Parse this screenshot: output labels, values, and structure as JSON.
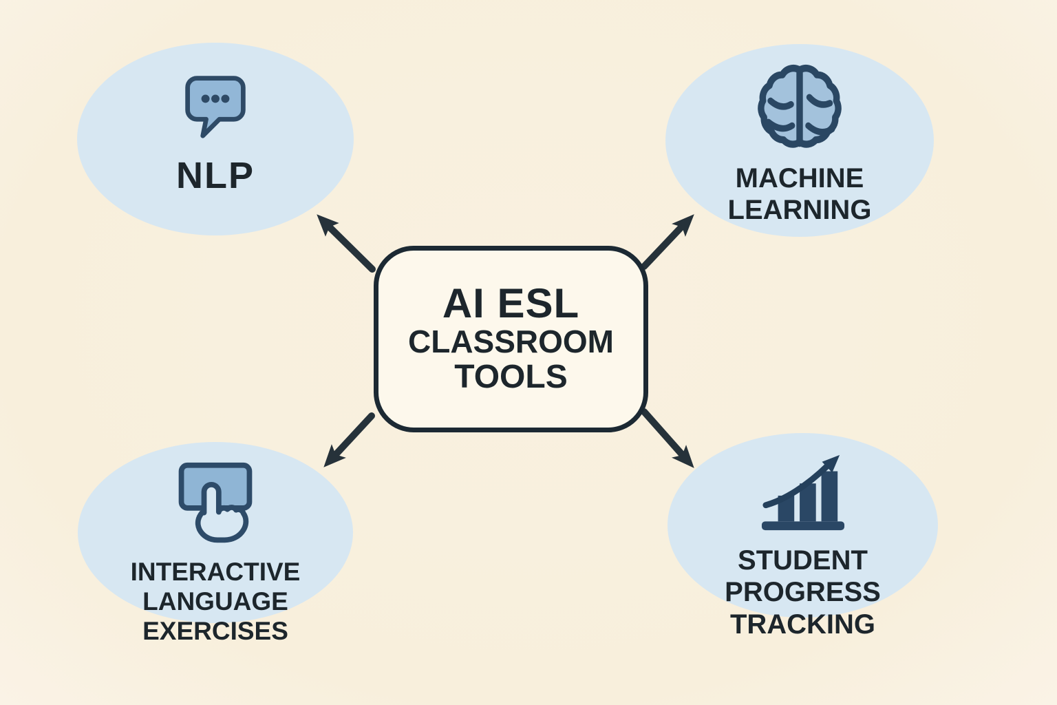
{
  "diagram": {
    "center": {
      "lines": [
        "AI ESL",
        "CLASSROOM",
        "TOOLS"
      ]
    },
    "nodes": [
      {
        "id": "nlp",
        "icon": "chat-bubble-icon",
        "lines": [
          "NLP"
        ]
      },
      {
        "id": "machine-learning",
        "icon": "brain-icon",
        "lines": [
          "MACHINE",
          "LEARNING"
        ]
      },
      {
        "id": "interactive-language-exercises",
        "icon": "touch-gesture-icon",
        "lines": [
          "INTERACTIVE",
          "LANGUAGE",
          "EXERCISES"
        ]
      },
      {
        "id": "student-progress-tracking",
        "icon": "bar-chart-growth-icon",
        "lines": [
          "STUDENT",
          "PROGRESS",
          "TRACKING"
        ]
      }
    ],
    "colors": {
      "background": "#f8f0df",
      "bubble_fill": "#d7e7f2",
      "icon_fill": "#92b7d7",
      "icon_outline": "#2d4b69",
      "icon_solid": "#2a4765",
      "arrow_color": "#26323a",
      "text_color": "#1d262c",
      "box_fill": "#fdf8ec",
      "box_border": "#1c2933"
    }
  }
}
